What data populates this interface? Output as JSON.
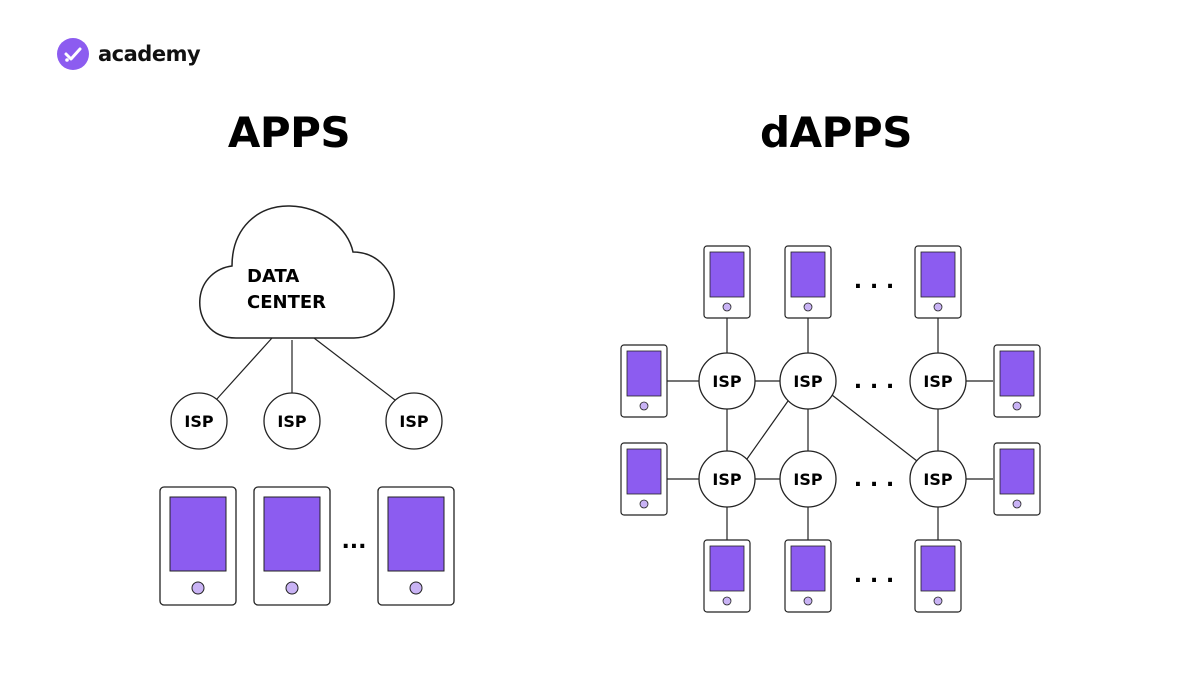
{
  "brand": {
    "name": "academy",
    "accent_color": "#8c5cf0",
    "logo_icon": "checkmark-badge-icon"
  },
  "apps_panel": {
    "title": "APPS",
    "cloud_label_line1": "DATA",
    "cloud_label_line2": "CENTER",
    "isp_label": "ISP",
    "ellipsis": "..."
  },
  "dapps_panel": {
    "title": "dAPPS",
    "isp_label": "ISP",
    "ellipsis": ". . ."
  },
  "colors": {
    "device_screen": "#8c5cf0",
    "device_button": "#c9b3f5",
    "outline": "#222222",
    "background": "#ffffff"
  }
}
